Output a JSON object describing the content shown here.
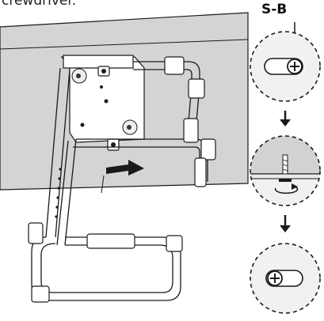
{
  "caption_fragment": "crewdriver.",
  "callout_label": "S-B",
  "colors": {
    "line": "#1a1a1a",
    "surface": "#d4d4d4",
    "circle_fill": "#f1f1f1"
  },
  "steps": [
    {
      "name": "screw-in-keyhole-slot-wide-end",
      "icon": "phillips-screw-icon"
    },
    {
      "name": "screw-tightening-side-view",
      "icon": "rotate-arrow-icon"
    },
    {
      "name": "screw-in-keyhole-slot-narrow-end",
      "icon": "phillips-screw-icon"
    }
  ]
}
